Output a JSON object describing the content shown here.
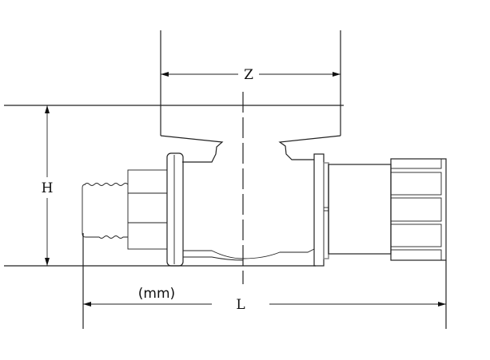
{
  "labels": {
    "z": "Z",
    "h": "H",
    "l": "L",
    "unit": "(mm)"
  }
}
